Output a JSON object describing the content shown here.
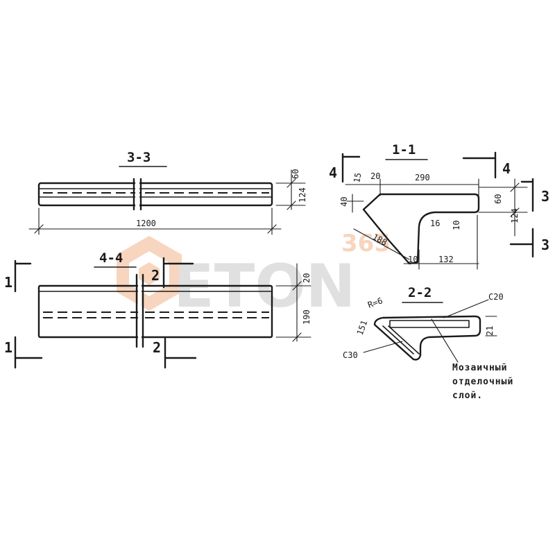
{
  "sections": {
    "s33": "3-3",
    "s44": "4-4",
    "s11": "1-1",
    "s22": "2-2"
  },
  "dimensions": {
    "length_1200": "1200",
    "h60": "60",
    "h124": "124",
    "d15": "15",
    "d20": "20",
    "d290": "290",
    "d40": "40",
    "d60b": "60",
    "d124b": "124",
    "d16": "16",
    "d10a": "10",
    "d188": "188",
    "d10b": "10",
    "d132": "132",
    "d20b": "20",
    "d190": "190",
    "c20": "C20",
    "r6": "R=6",
    "d151": "151",
    "d21": "21",
    "c30": "C30"
  },
  "cut_marks": {
    "one_a": "1",
    "one_b": "1",
    "two_a": "2",
    "two_b": "2",
    "three_a": "3",
    "three_b": "3",
    "four_a": "4",
    "four_b": "4"
  },
  "note": {
    "line1": "Мозаичный",
    "line2": "отделочный",
    "line3": "слой."
  },
  "watermark": {
    "brand": "ETON",
    "sub": "365",
    "color": "#f2b48a",
    "gray": "#c8c8c8"
  }
}
